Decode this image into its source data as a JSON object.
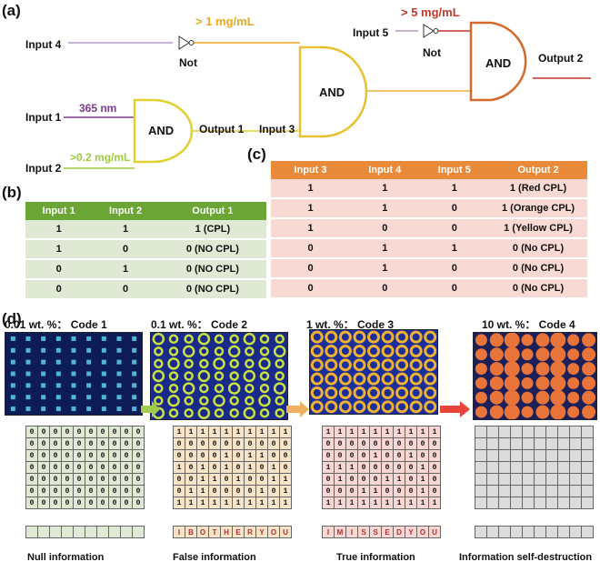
{
  "panel_labels": {
    "a": "(a)",
    "b": "(b)",
    "c": "(c)",
    "d": "(d)"
  },
  "circuit": {
    "input4": "Input 4",
    "input5": "Input 5",
    "input1": "Input 1",
    "input2": "Input 2",
    "input3": "Input 3",
    "output1": "Output 1",
    "output2": "Output 2",
    "cond4": "> 1 mg/mL",
    "cond5": "> 5 mg/mL",
    "cond1": "365 nm",
    "cond2": ">0.2 mg/mL",
    "not_label": "Not",
    "and_label": "AND",
    "colors": {
      "gold": "#e8a922",
      "purple": "#7d3b8a",
      "green": "#9ccc3a",
      "red": "#c0392b",
      "yellow": "#e8d830"
    }
  },
  "table_b": {
    "headers": [
      "Input 1",
      "Input 2",
      "Output 1"
    ],
    "rows": [
      [
        "1",
        "1",
        "1 (CPL)"
      ],
      [
        "1",
        "0",
        "0 (NO CPL)"
      ],
      [
        "0",
        "1",
        "0 (NO CPL)"
      ],
      [
        "0",
        "0",
        "0 (NO CPL)"
      ]
    ]
  },
  "table_c": {
    "headers": [
      "Input 3",
      "Input 4",
      "Input 5",
      "Output 2"
    ],
    "rows": [
      [
        "1",
        "1",
        "1",
        "1 (Red CPL)"
      ],
      [
        "1",
        "1",
        "0",
        "1 (Orange CPL)"
      ],
      [
        "1",
        "0",
        "0",
        "1 (Yellow CPL)"
      ],
      [
        "0",
        "1",
        "1",
        "0 (No CPL)"
      ],
      [
        "0",
        "1",
        "0",
        "0 (No CPL)"
      ],
      [
        "0",
        "0",
        "0",
        "0 (No CPL)"
      ]
    ]
  },
  "codes": [
    {
      "title": "0.01 wt. %： Code 1",
      "caption": "Null information",
      "grid": [
        "0000000000",
        "0000000000",
        "0000000000",
        "0000000000",
        "0000000000",
        "0000000000",
        "0000000000"
      ],
      "letters": [
        "",
        "",
        "",
        "",
        "",
        "",
        "",
        "",
        "",
        ""
      ],
      "grid_color": "#dfe9d3",
      "strip_color": "#dfe9d3"
    },
    {
      "title": "0.1 wt. %： Code 2",
      "caption": "False information",
      "grid": [
        "1111111111",
        "0000000000",
        "0000101100",
        "1010101010",
        "0011010011",
        "0110000101",
        "1111111111"
      ],
      "letters": [
        "I",
        "B",
        "O",
        "T",
        "H",
        "E",
        "R",
        "Y",
        "O",
        "U"
      ],
      "grid_color": "#f6e3c8",
      "strip_color": "#f6e3c8"
    },
    {
      "title": "1 wt. %： Code 3",
      "caption": "True information",
      "grid": [
        "1111111111",
        "0000000000",
        "0000100100",
        "1110000010",
        "0100011010",
        "0001100010",
        "1111111111"
      ],
      "letters": [
        "I",
        "M",
        "I",
        "S",
        "S",
        "E",
        "D",
        "Y",
        "O",
        "U"
      ],
      "grid_color": "#f8d6d4",
      "strip_color": "#f8d6d4"
    },
    {
      "title": "10 wt. %： Code 4",
      "caption": "Information self-destruction",
      "grid": [
        "          ",
        "          ",
        "          ",
        "          ",
        "          ",
        "          ",
        "          "
      ],
      "letters": [
        "",
        "",
        "",
        "",
        "",
        "",
        "",
        "",
        "",
        ""
      ],
      "grid_color": "#dcdcdc",
      "strip_color": "#dcdcdc"
    }
  ]
}
